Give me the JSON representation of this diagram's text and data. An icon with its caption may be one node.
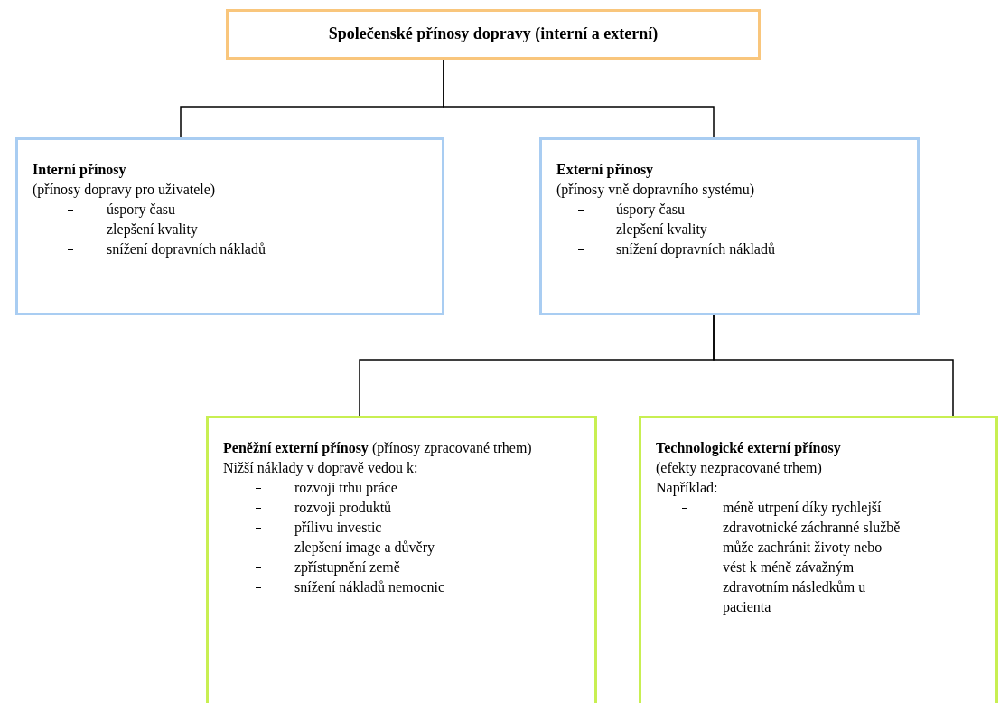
{
  "diagram": {
    "nodes": [
      {
        "text": [
          "Společenské přínosy dopravy (interní a externí)"
        ]
      },
      {
        "text": [
          "Interní přínosy",
          "(přínosy dopravy pro uživatele)",
          "úspory času",
          "zlepšení kvality",
          "snížení dopravních nákladů"
        ]
      },
      {
        "text": [
          "Externí přínosy",
          "(přínosy vně dopravního systému)",
          "úspory času",
          "zlepšení kvality",
          "snížení dopravních nákladů"
        ]
      },
      {
        "text": [
          "**Peněžní externí přínosy** (přínosy zpracované trhem)",
          "Nižší náklady v dopravě vedou k:",
          "rozvoji trhu práce",
          "rozvoji produktů",
          "přílivu investic",
          "zlepšení image a důvěry",
          "zpřístupnění země",
          "snížení nákladů nemocnic"
        ]
      },
      {
        "text": [
          "Technologické externí přínosy",
          "(efekty nezpracované trhem)",
          "Například:",
          "méně utrpení díky rychlejší zdravotnické záchranné službě může zachránit životy nebo vést k méně závažným zdravotním následkům u pacienta"
        ]
      }
    ],
    "edges": [
      {
        "from": 0,
        "to": 1,
        "arrow": "none"
      },
      {
        "from": 0,
        "to": 2,
        "arrow": "none"
      },
      {
        "from": 2,
        "to": 3,
        "arrow": "none"
      },
      {
        "from": 2,
        "to": 4,
        "arrow": "none"
      }
    ]
  }
}
